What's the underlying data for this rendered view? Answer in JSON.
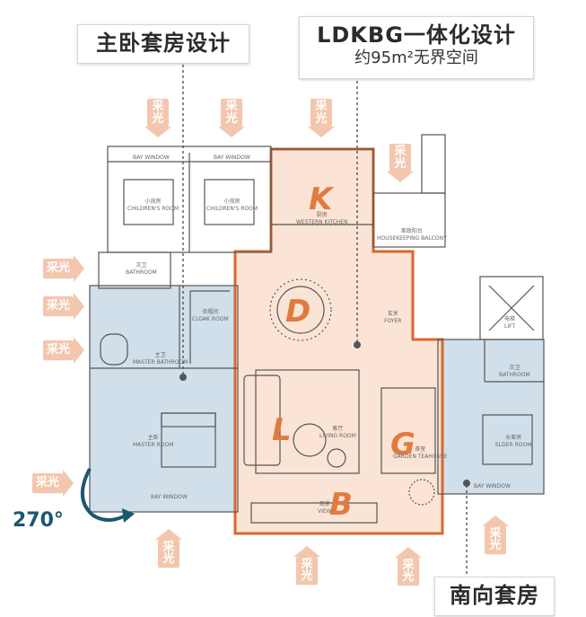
{
  "callouts": {
    "master_suite": "主卧套房设计",
    "ldkbg_title": "LDKBG一体化设计",
    "ldkbg_sub": "约95m²无界空间",
    "south_suite": "南向套房"
  },
  "sun_label": "采光",
  "angle_label": "270°",
  "zones": {
    "kitchen": "K",
    "dining": "D",
    "living": "L",
    "garden": "G",
    "view": "B"
  },
  "rooms": {
    "bay_window_1": "BAY WINDOW",
    "bay_window_2": "BAY WINDOW",
    "children_room_1": "小孩房",
    "children_room_1_en": "CHILDREN'S ROOM",
    "children_room_2": "小孩房",
    "children_room_2_en": "CHILDREN'S ROOM",
    "western_kitchen": "厨房",
    "western_kitchen_en": "WESTERN KITCHEN",
    "housekeeping": "家政阳台",
    "housekeeping_en": "HOUSEKEEPING BALCONY",
    "bathroom_small": "次卫",
    "bathroom_small_en": "BATHROOM",
    "cloak_room": "衣帽间",
    "cloak_room_en": "CLOAK ROOM",
    "master_bath": "主卫",
    "master_bath_en": "MASTER BATHROOM",
    "master_room": "主卧",
    "master_room_en": "MASTER ROOM",
    "bay_window_master": "BAY WINDOW",
    "foyer": "玄关",
    "foyer_en": "FOYER",
    "living_room": "客厅",
    "living_room_en": "LIVING ROOM",
    "garden_teahouse": "茶室",
    "garden_teahouse_en": "GARDEN TEAHOUSE",
    "view": "观景",
    "view_en": "VIEW",
    "lift": "电梯",
    "lift_en": "LIFT",
    "bathroom_elder": "次卫",
    "bathroom_elder_en": "BATHROOM",
    "elder_room": "长辈房",
    "elder_room_en": "ELDER ROOM",
    "bay_window_elder": "BAY WINDOW"
  },
  "colors": {
    "suite_fill": "#c9d9e6",
    "ldkbg_fill": "#fbe1d0",
    "ldkbg_border": "#d8692b",
    "sun_fill": "#f3c6ae",
    "wall": "#555555",
    "angle_arrow": "#1d5670"
  }
}
